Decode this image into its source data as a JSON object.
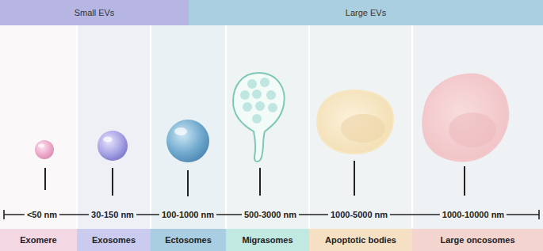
{
  "diagram": {
    "nodes": [
      {
        "text": [
          "Small EVs"
        ]
      },
      {
        "text": [
          "Large EVs"
        ]
      },
      {
        "text": [
          "Exomere"
        ]
      },
      {
        "text": [
          "Exosomes"
        ]
      },
      {
        "text": [
          "Ectosomes"
        ]
      },
      {
        "text": [
          "Migrasomes"
        ]
      },
      {
        "text": [
          "Apoptotic bodies"
        ]
      },
      {
        "text": [
          "Large oncosomes"
        ]
      }
    ],
    "labels": [
      "<50 nm",
      "30-150 nm",
      "100-1000 nm",
      "500-3000 nm",
      "1000-5000 nm",
      "1000-10000 nm"
    ]
  }
}
